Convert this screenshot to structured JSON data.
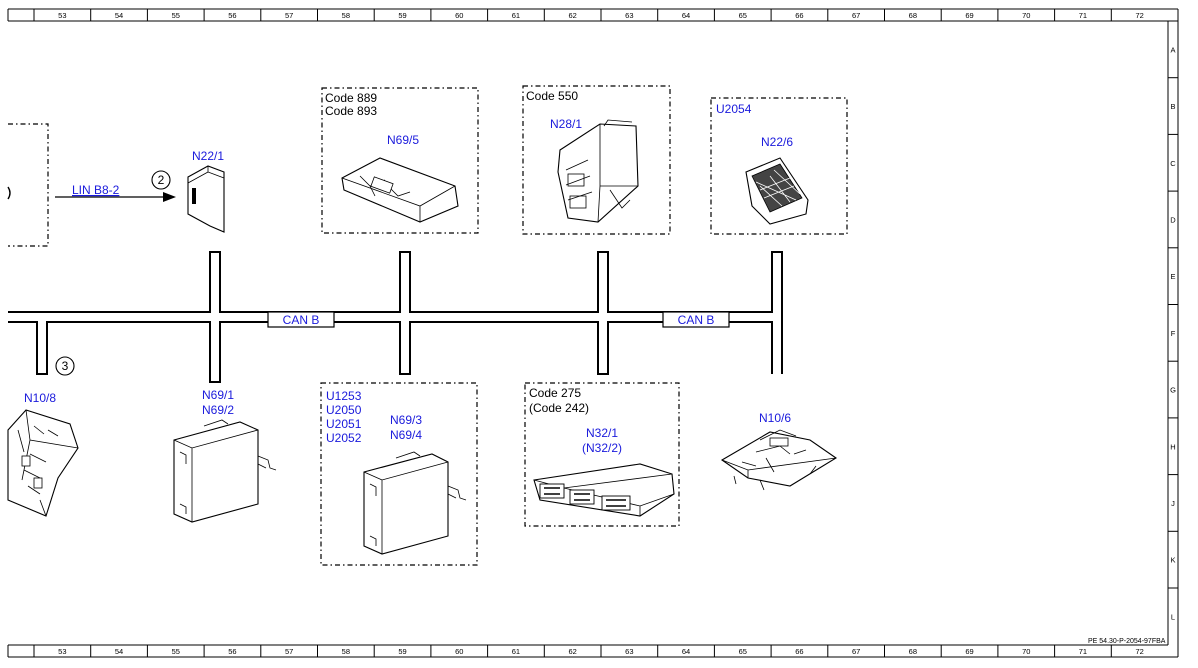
{
  "ruler": {
    "columns": [
      "53",
      "54",
      "55",
      "56",
      "57",
      "58",
      "59",
      "60",
      "61",
      "62",
      "63",
      "64",
      "65",
      "66",
      "67",
      "68",
      "69",
      "70",
      "71",
      "72"
    ],
    "rows": [
      "A",
      "B",
      "C",
      "D",
      "E",
      "F",
      "G",
      "H",
      "J",
      "K",
      "L"
    ]
  },
  "doc_id": "PE 54.30-P-2054-97FBA",
  "bus_labels": [
    "CAN B",
    "CAN B"
  ],
  "lin": {
    "label": "LIN B8-2",
    "marker": "2"
  },
  "marker_3": "3",
  "components": {
    "n22_1": {
      "label": "N22/1"
    },
    "n69_5": {
      "codes": [
        "Code 889",
        "Code 893"
      ],
      "label": "N69/5"
    },
    "n28_1": {
      "codes": [
        "Code 550"
      ],
      "label": "N28/1"
    },
    "n22_6": {
      "codes": [
        "U2054"
      ],
      "label": "N22/6"
    },
    "n10_8": {
      "label": "N10/8"
    },
    "n69_1": {
      "labels": [
        "N69/1",
        "N69/2"
      ]
    },
    "n69_3": {
      "codes": [
        "U1253",
        "U2050",
        "U2051",
        "U2052"
      ],
      "labels": [
        "N69/3",
        "N69/4"
      ]
    },
    "n32_1": {
      "codes": [
        "Code 275",
        "(Code 242)"
      ],
      "labels": [
        "N32/1",
        "(N32/2)"
      ]
    },
    "n10_6": {
      "label": "N10/6"
    }
  },
  "colors": {
    "label_blue": "#1a1adc",
    "line": "#000000",
    "background": "#ffffff"
  }
}
